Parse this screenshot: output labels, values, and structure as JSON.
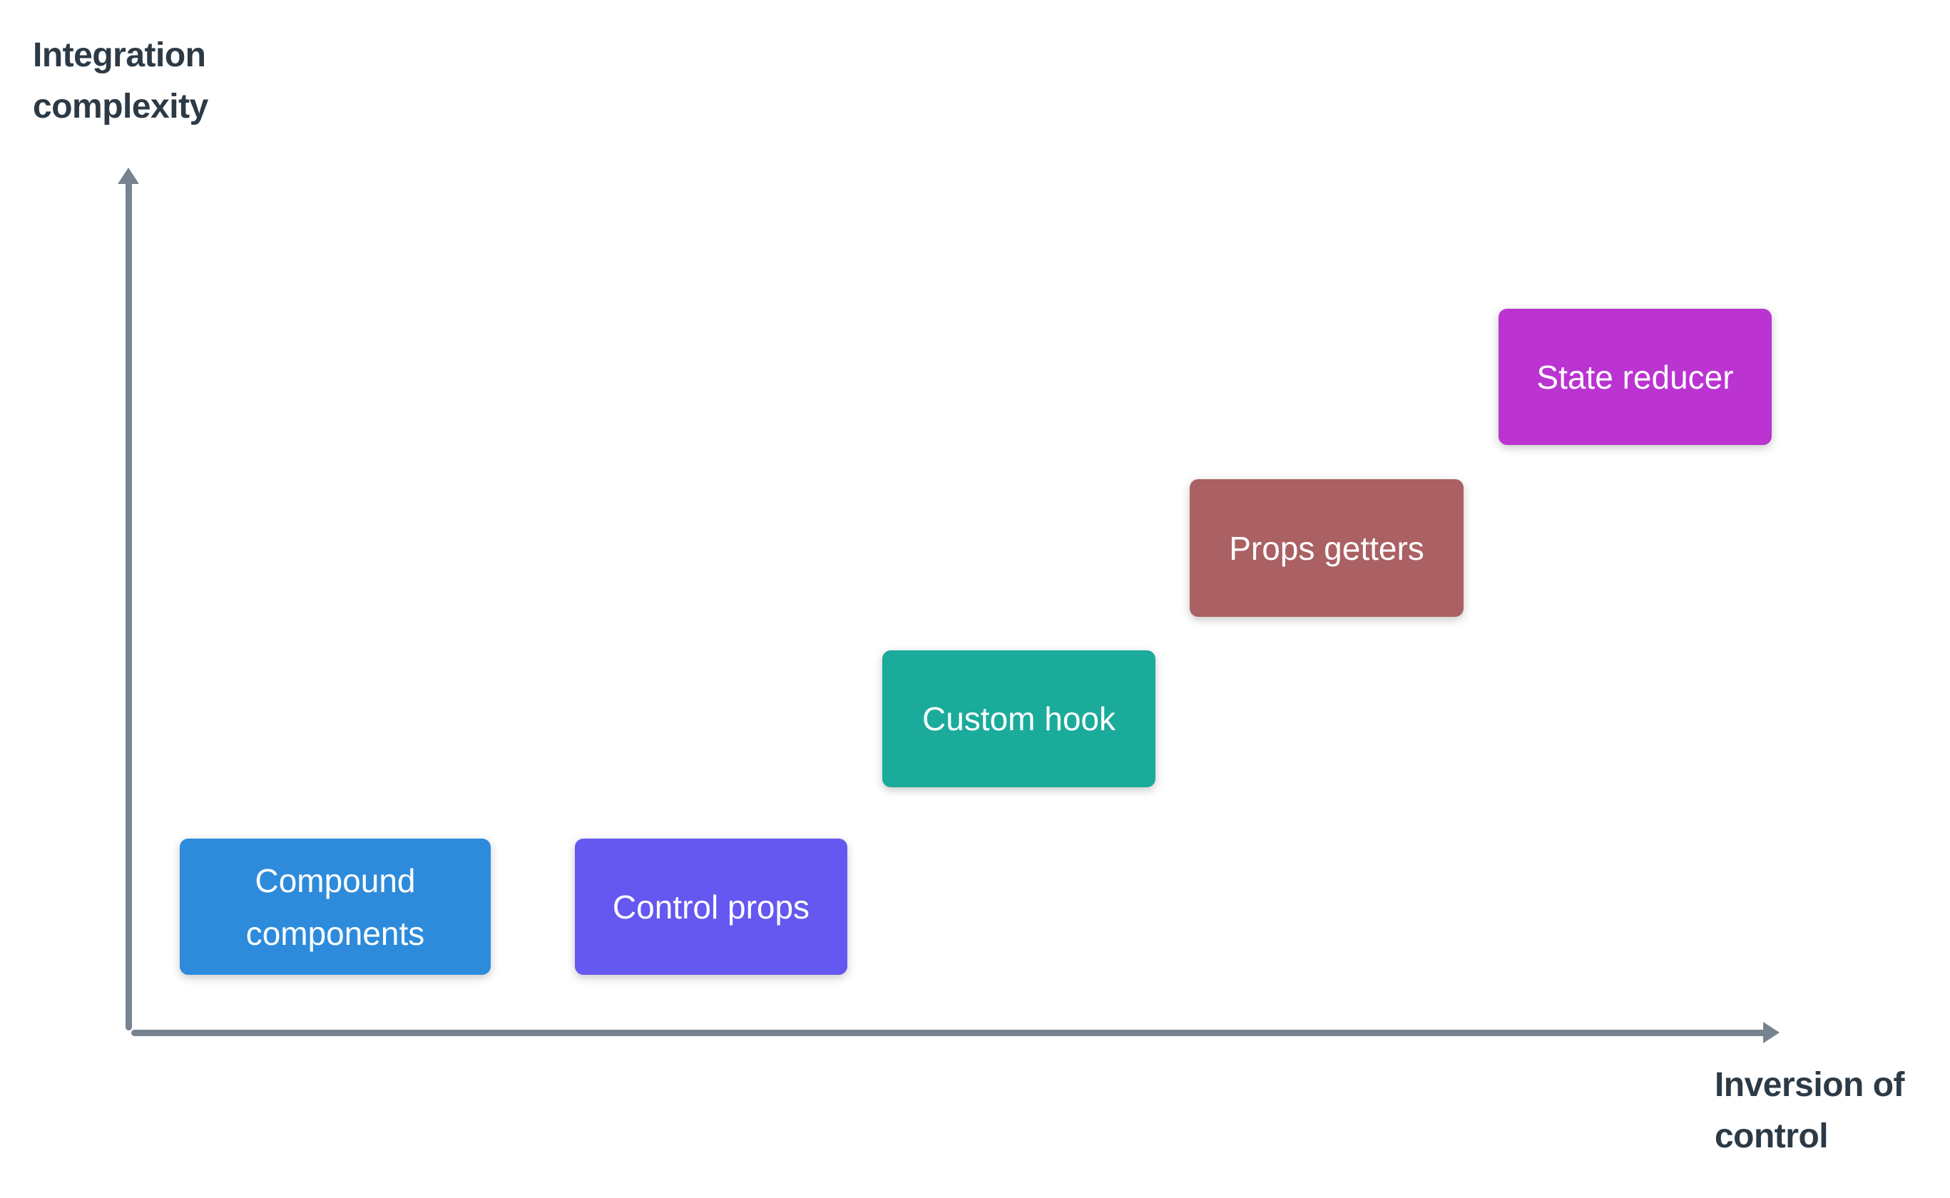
{
  "diagram": {
    "y_axis": {
      "label_line1": "Integration",
      "label_line2": "complexity"
    },
    "x_axis": {
      "label_line1": "Inversion of",
      "label_line2": "control"
    },
    "axis_color": "#77838e",
    "axis_label_color": "#2c3a46",
    "text_color_on_boxes": "#ffffff"
  },
  "patterns": [
    {
      "label": "Compound components",
      "line1": "Compound",
      "line2": "components",
      "color": "#2e8bdb"
    },
    {
      "label": "Control props",
      "color": "#6458f0"
    },
    {
      "label": "Custom hook",
      "color": "#1aab9b"
    },
    {
      "label": "Props getters",
      "color": "#ab6063"
    },
    {
      "label": "State reducer",
      "color": "#bb33d1"
    }
  ]
}
